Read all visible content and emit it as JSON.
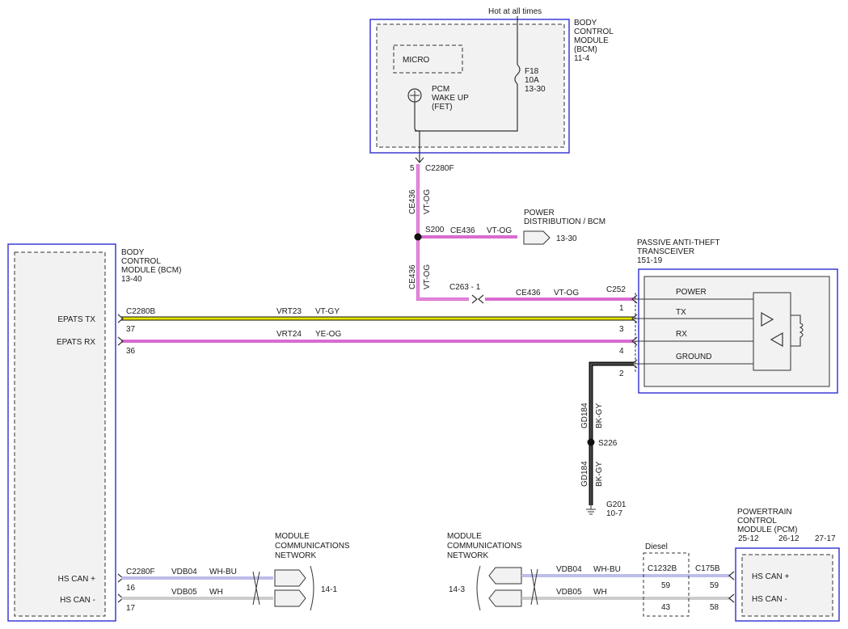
{
  "diagram": {
    "bcm_top": {
      "title_lines": [
        "BODY",
        "CONTROL",
        "MODULE",
        "(BCM)",
        "11-4"
      ],
      "hot_label": "Hot at all times",
      "micro_label": "MICRO",
      "fet_lines": [
        "PCM",
        "WAKE UP",
        "(FET)"
      ],
      "fuse_lines": [
        "F18",
        "10A",
        "13-30"
      ]
    },
    "bcm_left": {
      "title_lines": [
        "BODY",
        "CONTROL",
        "MODULE (BCM)",
        "13-40"
      ],
      "signals": {
        "tx": "EPATS TX",
        "rx": "EPATS RX",
        "can_plus": "HS CAN +",
        "can_minus": "HS CAN -"
      }
    },
    "pats": {
      "title_lines": [
        "PASSIVE ANTI-THEFT",
        "TRANSCEIVER",
        "151-19"
      ],
      "signals": {
        "power": "POWER",
        "tx": "TX",
        "rx": "RX",
        "ground": "GROUND"
      },
      "connector": "C252",
      "pins": {
        "power": "1",
        "tx": "3",
        "rx": "4",
        "ground": "2"
      }
    },
    "pcm": {
      "title_lines": [
        "POWERTRAIN",
        "CONTROL",
        "MODULE (PCM)"
      ],
      "refs": [
        "25-12",
        "26-12",
        "27-17"
      ],
      "signals": {
        "can_plus": "HS CAN +",
        "can_minus": "HS CAN -"
      },
      "connector": "C175B",
      "pins": {
        "can_plus": "59",
        "can_minus": "58"
      }
    },
    "diesel": {
      "label": "Diesel",
      "connector": "C1232B",
      "pins": [
        "59",
        "43"
      ]
    },
    "power_dist": {
      "lines": [
        "POWER",
        "DISTRIBUTION / BCM"
      ],
      "ref": "13-30"
    },
    "network_left": {
      "lines": [
        "MODULE",
        "COMMUNICATIONS",
        "NETWORK"
      ],
      "ref": "14-1"
    },
    "network_right": {
      "lines": [
        "MODULE",
        "COMMUNICATIONS",
        "NETWORK"
      ],
      "ref": "14-3"
    },
    "connectors": {
      "c2280f_top": {
        "name": "C2280F",
        "pin": "5"
      },
      "c2280b": {
        "name": "C2280B",
        "pin_tx": "37",
        "pin_rx": "36"
      },
      "c2280f_bottom": {
        "name": "C2280F",
        "pin_plus": "16",
        "pin_minus": "17"
      },
      "c263": {
        "name": "C263 - 1"
      }
    },
    "splices": {
      "s200": "S200",
      "s226": "S226"
    },
    "ground": {
      "name": "G201",
      "ref": "10-7"
    },
    "wires": {
      "ce436": {
        "circuit": "CE436",
        "color": "VT-OG"
      },
      "vrt23": {
        "circuit": "VRT23",
        "color": "VT-GY"
      },
      "vrt24": {
        "circuit": "VRT24",
        "color": "YE-OG"
      },
      "gd184": {
        "circuit": "GD184",
        "color": "BK-GY"
      },
      "vdb04": {
        "circuit": "VDB04",
        "color": "WH-BU"
      },
      "vdb05": {
        "circuit": "VDB05",
        "color": "WH"
      }
    },
    "colors": {
      "module_border": "#3b3bd6",
      "module_fill": "#f2f2f2",
      "wire_vt_og": "#d96bd0",
      "wire_vt_gy": "#e8e200",
      "wire_ye_og": "#d96bd0",
      "wire_bk": "#111111",
      "wire_wh_bu": "#7b7bd6",
      "wire_wh": "#c8c8c8"
    }
  }
}
